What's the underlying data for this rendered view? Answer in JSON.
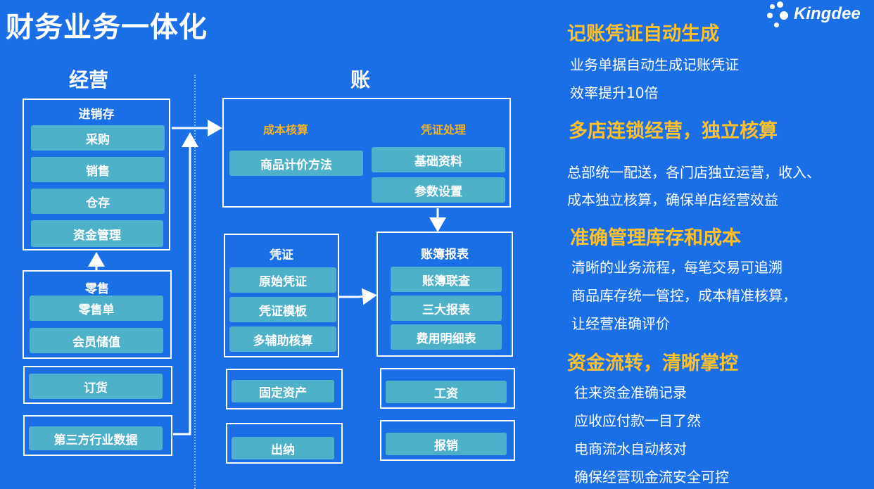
{
  "page": {
    "title": "财务业务一体化",
    "logo": "Kingdee",
    "left_header": "经营",
    "mid_header": "账"
  },
  "left": {
    "inventory": {
      "title": "进销存",
      "items": [
        "采购",
        "销售",
        "仓存",
        "资金管理"
      ]
    },
    "retail": {
      "title": "零售",
      "items": [
        "零售单",
        "会员储值"
      ]
    },
    "order": "订货",
    "third_party": "第三方行业数据"
  },
  "ledger": {
    "cost_title": "成本核算",
    "cost_item": "商品计价方法",
    "voucher_process_title": "凭证处理",
    "voucher_process_items": [
      "基础资料",
      "参数设置"
    ],
    "voucher": {
      "title": "凭证",
      "items": [
        "原始凭证",
        "凭证模板",
        "多辅助核算"
      ]
    },
    "reports": {
      "title": "账簿报表",
      "items": [
        "账簿联查",
        "三大报表",
        "费用明细表"
      ]
    },
    "fixed_assets": "固定资产",
    "cashier": "出纳",
    "salary": "工资",
    "reimburse": "报销"
  },
  "right": {
    "s1": {
      "head": "记账凭证自动生成",
      "lines": [
        "业务单据自动生成记账凭证",
        "效率提升10倍"
      ]
    },
    "s2": {
      "head": "多店连锁经营，独立核算",
      "lines": [
        "总部统一配送，各门店独立运营，收入、",
        "成本独立核算，确保单店经营效益"
      ]
    },
    "s3": {
      "head": "准确管理库存和成本",
      "lines": [
        "清晰的业务流程，每笔交易可追溯",
        "商品库存统一管控，成本精准核算，",
        "让经营准确评价"
      ]
    },
    "s4": {
      "head": "资金流转，清晰掌控",
      "lines": [
        "往来资金准确记录",
        "应收应付款一目了然",
        "电商流水自动核对",
        "确保经营现金流安全可控"
      ]
    }
  }
}
